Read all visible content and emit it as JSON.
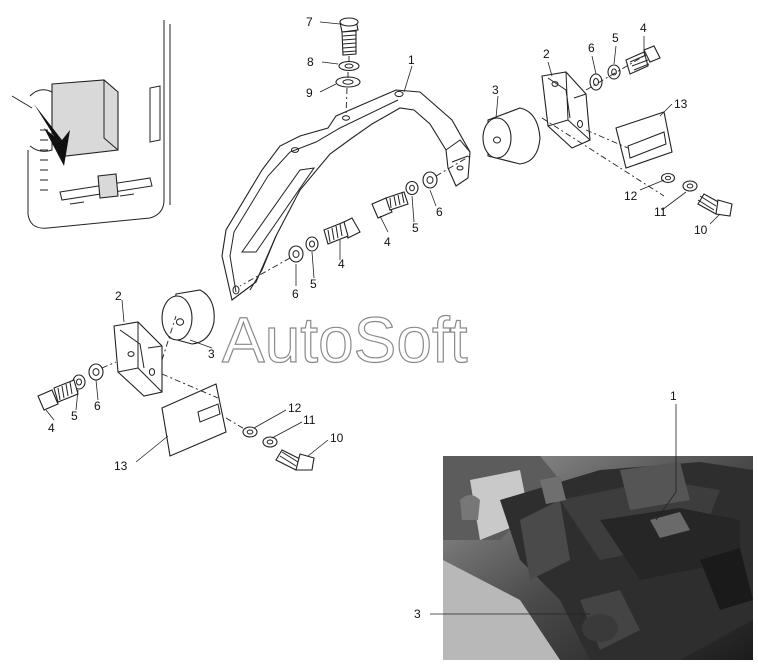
{
  "watermark": "AutoSoft",
  "callouts": {
    "c1": "1",
    "c2a": "2",
    "c2b": "2",
    "c3a": "3",
    "c3b": "3",
    "c4a": "4",
    "c4b": "4",
    "c4c": "4",
    "c5a": "5",
    "c5b": "5",
    "c5c": "5",
    "c6a": "6",
    "c6b": "6",
    "c6c": "6",
    "c7": "7",
    "c8": "8",
    "c9": "9",
    "c10a": "10",
    "c10b": "10",
    "c11a": "11",
    "c11b": "11",
    "c12a": "12",
    "c12b": "12",
    "c13a": "13",
    "c13b": "13",
    "photo1": "1",
    "photo3": "3"
  }
}
